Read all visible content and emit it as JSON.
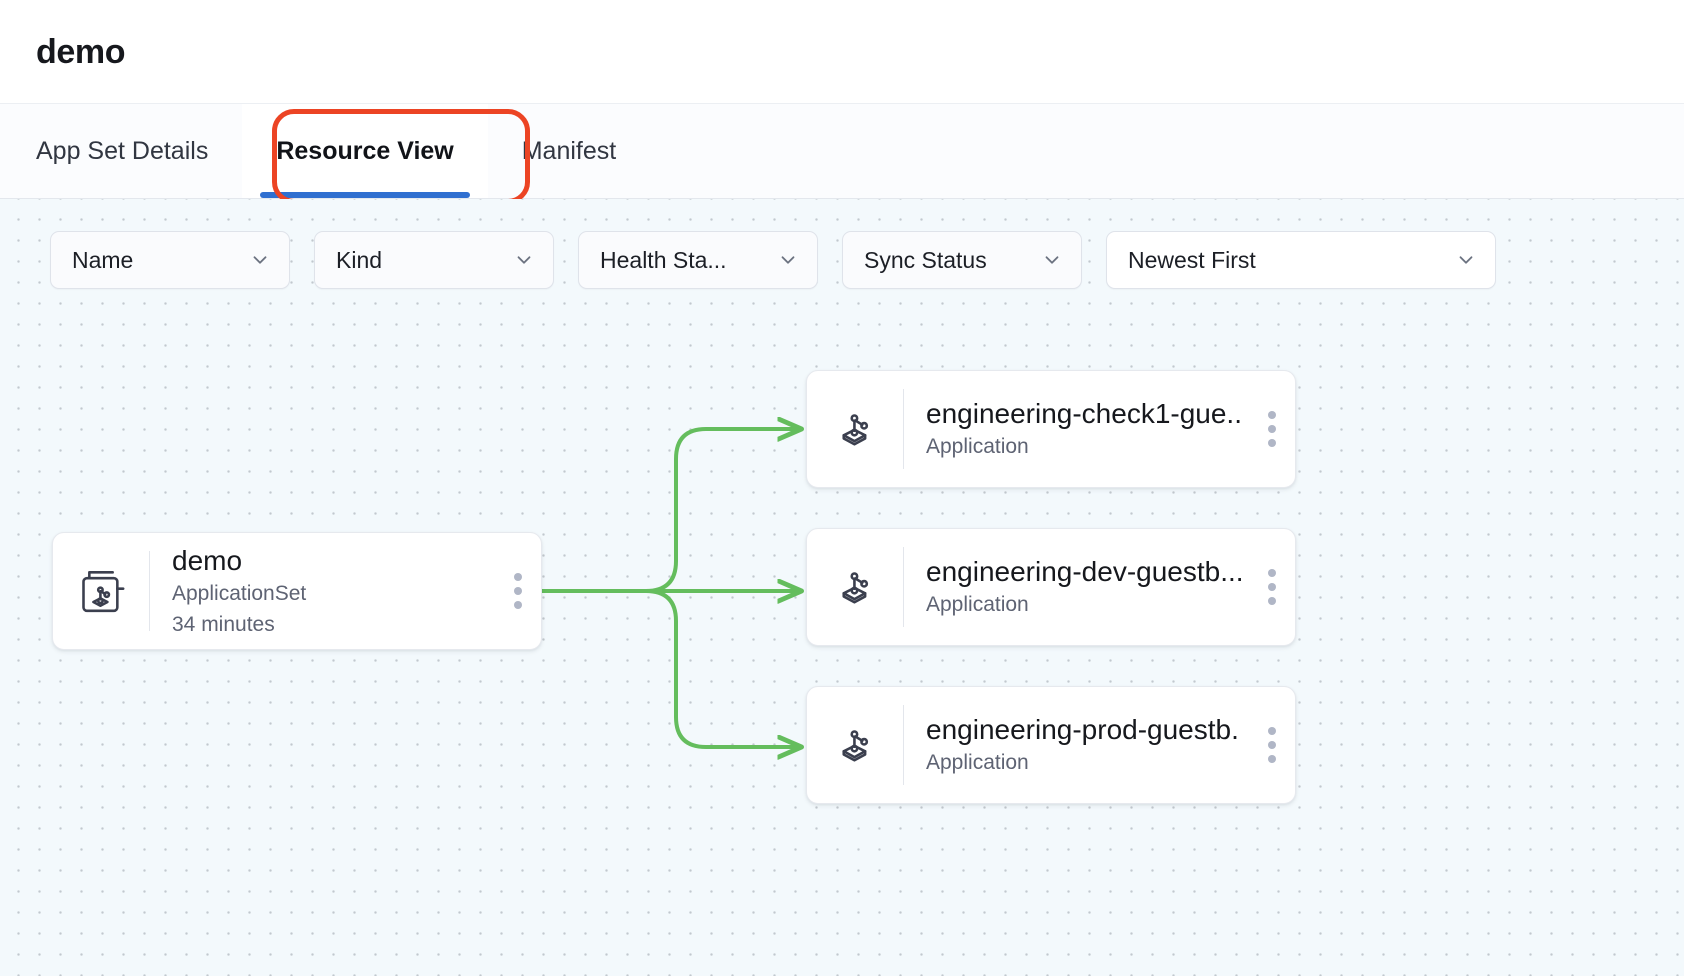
{
  "header": {
    "title": "demo"
  },
  "tabs": [
    {
      "label": "App Set Details",
      "active": false
    },
    {
      "label": "Resource View",
      "active": true
    },
    {
      "label": "Manifest",
      "active": false
    }
  ],
  "highlight": {
    "color": "#ec4424",
    "target": "Resource View"
  },
  "filters": [
    {
      "name": "name",
      "label": "Name",
      "icon": "chevron-down-icon"
    },
    {
      "name": "kind",
      "label": "Kind",
      "icon": "chevron-down-icon"
    },
    {
      "name": "health-status",
      "label": "Health Sta...",
      "icon": "chevron-down-icon"
    },
    {
      "name": "sync-status",
      "label": "Sync Status",
      "icon": "chevron-down-icon"
    },
    {
      "name": "sort-order",
      "label": "Newest First",
      "icon": "chevron-down-icon"
    }
  ],
  "graph": {
    "edge_color": "#64bd5d",
    "nodes": {
      "appset": {
        "title": "demo",
        "kind": "ApplicationSet",
        "age": "34 minutes",
        "icon": "applicationset-icon",
        "menu": "kebab-menu-icon"
      },
      "applications": [
        {
          "title": "engineering-check1-gue...",
          "kind": "Application",
          "icon": "application-icon",
          "menu": "kebab-menu-icon"
        },
        {
          "title": "engineering-dev-guestb...",
          "kind": "Application",
          "icon": "application-icon",
          "menu": "kebab-menu-icon"
        },
        {
          "title": "engineering-prod-guestb...",
          "kind": "Application",
          "icon": "application-icon",
          "menu": "kebab-menu-icon"
        }
      ]
    }
  },
  "colors": {
    "accent": "#2f6fd0",
    "highlight": "#ec4424",
    "edge": "#64bd5d",
    "canvas_bg": "#f3f9fc",
    "dot": "#c2c8ce"
  }
}
